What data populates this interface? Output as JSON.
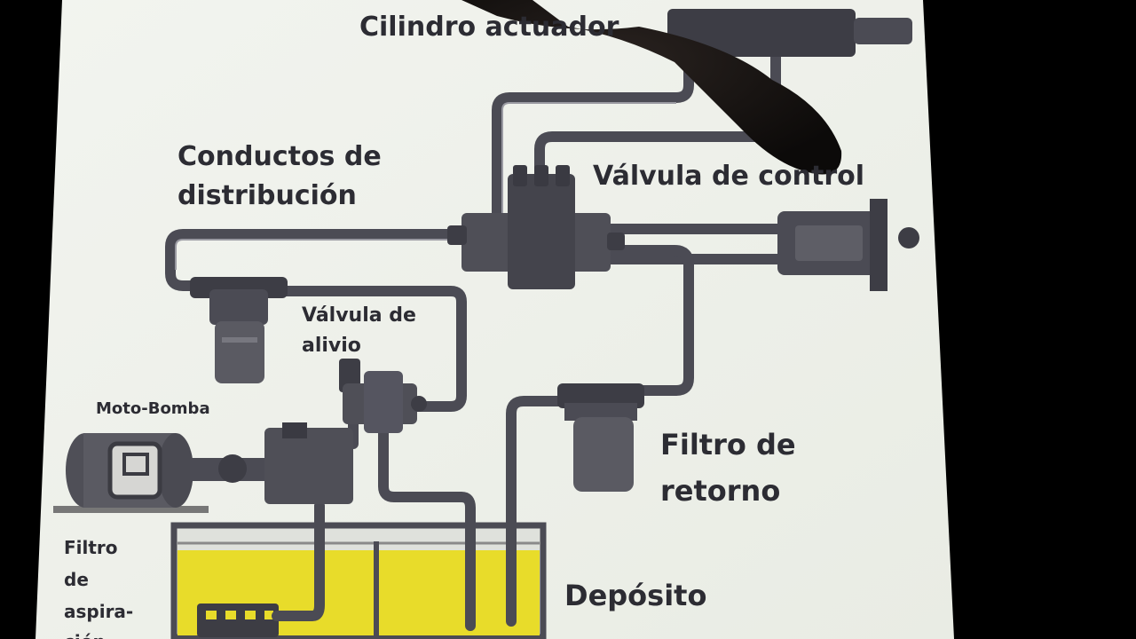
{
  "labels": {
    "cylinder": "Cilindro actuador",
    "ducts_line1": "Conductos de",
    "ducts_line2": "distribución",
    "control_valve": "Válvula de control",
    "relief_line1": "Válvula de",
    "relief_line2": "alivio",
    "motor_pump": "Moto-Bomba",
    "return_filter_line1": "Filtro de",
    "return_filter_line2": "retorno",
    "suction_filter_line1": "Filtro",
    "suction_filter_line2": "de",
    "suction_filter_line3": "aspira-",
    "suction_filter_line4": "ción",
    "tank": "Depósito"
  },
  "colors": {
    "screen": "#f4f6f1",
    "pipe": "#4b4b54",
    "component": "#55555d",
    "fluid": "#e8dc2a",
    "label": "#2c2c33"
  }
}
